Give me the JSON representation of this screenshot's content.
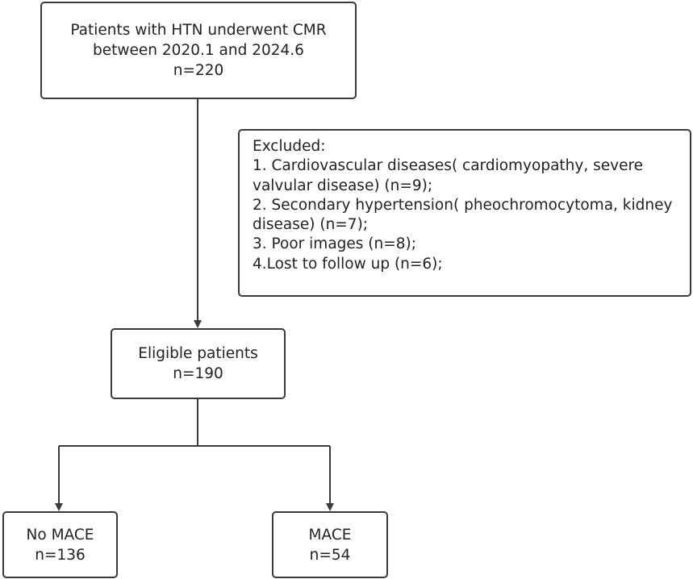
{
  "flowchart": {
    "patients": {
      "line1": "Patients with HTN underwent CMR",
      "line2": "between 2020.1 and 2024.6",
      "count": "n=220"
    },
    "excluded": {
      "title": "Excluded:",
      "lines": [
        "1. Cardiovascular diseases( cardiomyopathy, severe",
        "valvular disease) (n=9);",
        "2. Secondary hypertension( pheochromocytoma, kidney",
        "disease) (n=7);",
        "3. Poor images (n=8);",
        "4.Lost to follow up (n=6);"
      ]
    },
    "eligible": {
      "label": "Eligible patients",
      "count": "n=190"
    },
    "no_mace": {
      "label": "No MACE",
      "count": "n=136"
    },
    "mace": {
      "label": "MACE",
      "count": "n=54"
    }
  },
  "colors": {
    "stroke": "#3a3a3a",
    "text": "#222222",
    "background": "#ffffff"
  }
}
